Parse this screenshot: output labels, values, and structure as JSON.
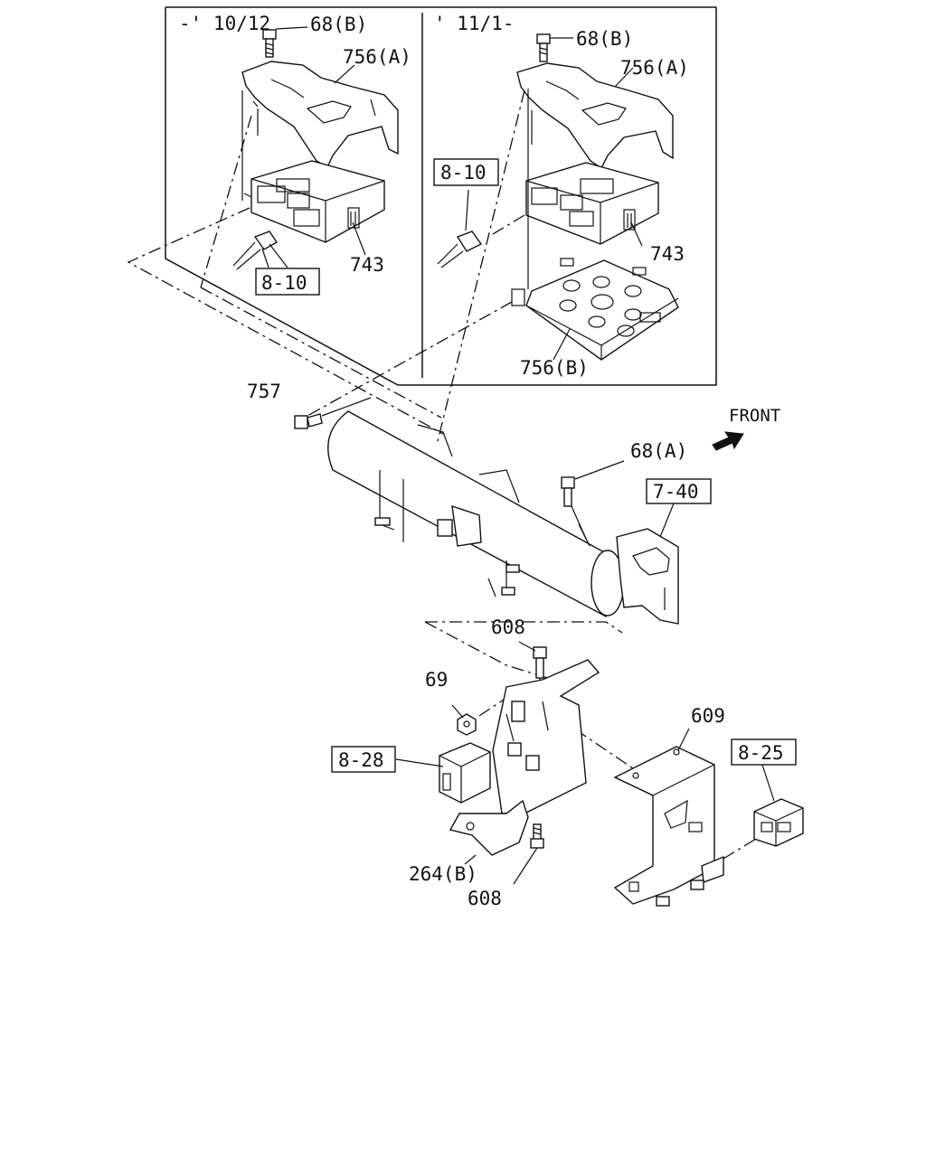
{
  "period_labels": {
    "early": "-' 10/12",
    "late": "' 11/1-"
  },
  "front_label": "FRONT",
  "callouts": {
    "bolt_68b_left": "68(B)",
    "bracket_756a_left": "756(A)",
    "ref_8_10_left": "8-10",
    "unit_743_left": "743",
    "bolt_68b_right": "68(B)",
    "bracket_756a_right": "756(A)",
    "ref_8_10_right": "8-10",
    "unit_743_right": "743",
    "tray_756b": "756(B)",
    "bolt_757": "757",
    "bolt_68a": "68(A)",
    "ref_7_40": "7-40",
    "bolt_608_top": "608",
    "nut_69": "69",
    "ref_8_28": "8-28",
    "bracket_609": "609",
    "ref_8_25": "8-25",
    "bracket_264b": "264(B)",
    "bolt_608_bottom": "608"
  }
}
